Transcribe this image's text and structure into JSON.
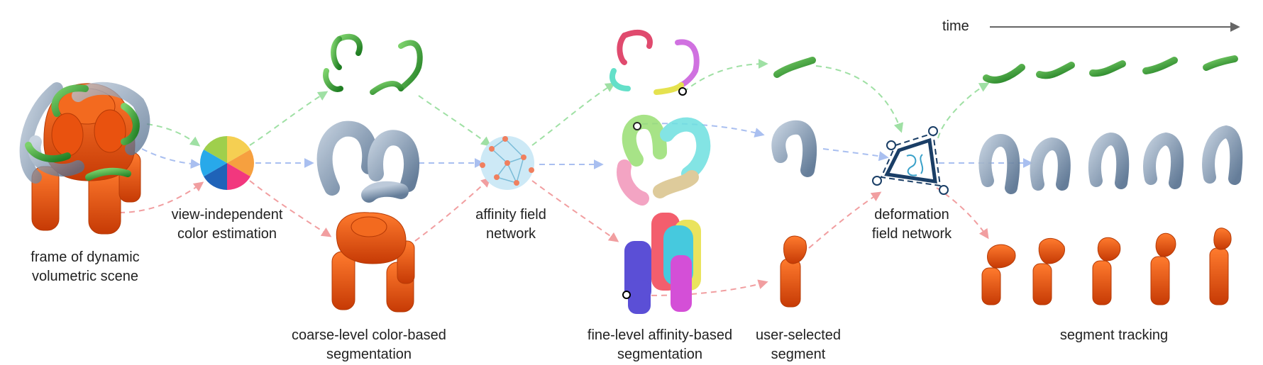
{
  "labels": {
    "frame": [
      "frame of dynamic",
      "volumetric scene"
    ],
    "color_estimation": [
      "view-independent",
      "color estimation"
    ],
    "coarse_seg": [
      "coarse-level color-based",
      "segmentation"
    ],
    "affinity_net": [
      "affinity field",
      "network"
    ],
    "fine_seg": [
      "fine-level affinity-based",
      "segmentation"
    ],
    "user_seg": [
      "user-selected",
      "segment"
    ],
    "deform_net": [
      "deformation",
      "field network"
    ],
    "tracking": "segment tracking",
    "time": "time"
  },
  "colors": {
    "green_flow": "#9fe0a4",
    "blue_flow": "#a9bff0",
    "red_flow": "#f19ea0",
    "green_shape": "#2e9a2c",
    "blue_shape": "#7f93ad",
    "orange_shape": "#e0480f",
    "net_circle": "#cde9f6",
    "net_node": "#f07f5e",
    "deform_box": "#1a3e66",
    "wheel": [
      "#f5cf52",
      "#f6a03f",
      "#f2377e",
      "#1f63b8",
      "#28a9ea",
      "#9fcf4c"
    ],
    "fine_parts": [
      "#5b4fd6",
      "#f35e6d",
      "#46c9de",
      "#eae35d",
      "#d44fd7"
    ]
  }
}
